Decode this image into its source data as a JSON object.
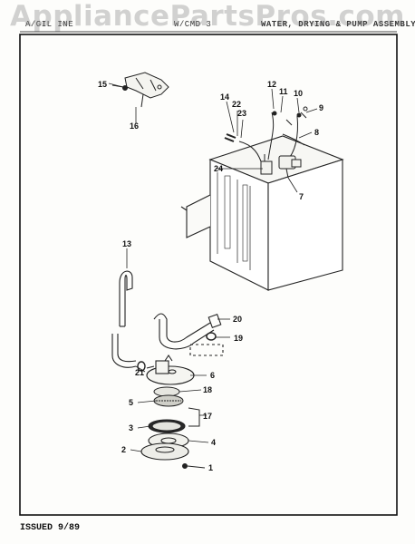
{
  "header": {
    "left": "A/GIL  INE",
    "mid": "W/CMD 3",
    "right": "WATER, DRYING & PUMP ASSEMBLY"
  },
  "watermark": "AppliancePartsPros.com",
  "footer": "ISSUED 9/89",
  "part_numbers": [
    "1",
    "2",
    "3",
    "4",
    "5",
    "6",
    "7",
    "8",
    "9",
    "10",
    "11",
    "12",
    "13",
    "14",
    "15",
    "16",
    "17",
    "18",
    "19",
    "20",
    "21",
    "22",
    "23",
    "24"
  ]
}
